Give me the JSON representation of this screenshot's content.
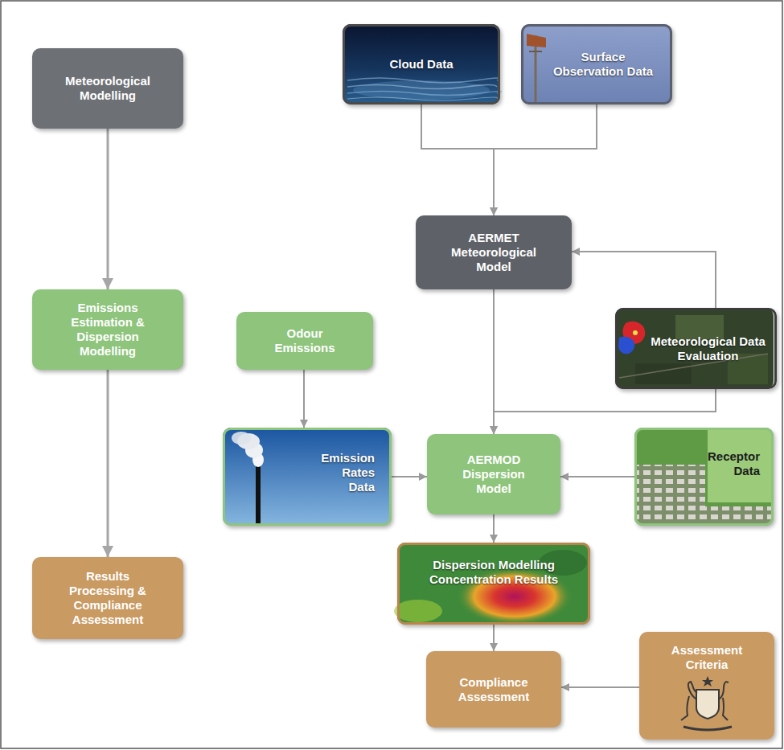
{
  "diagram": {
    "nodes": [
      {
        "text": [
          "Cloud Data"
        ]
      },
      {
        "text": [
          "Surface Observation Data"
        ]
      },
      {
        "text": [
          "Meteorological Modelling"
        ]
      },
      {
        "text": [
          "AERMET Meteorological Model"
        ]
      },
      {
        "text": [
          "Emissions Estimation & Dispersion Modelling"
        ]
      },
      {
        "text": [
          "Odour Emissions"
        ]
      },
      {
        "text": [
          "Meteorological Data Evaluation"
        ]
      },
      {
        "text": [
          "Emission Rates Data"
        ]
      },
      {
        "text": [
          "AERMOD Dispersion Model"
        ]
      },
      {
        "text": [
          "Receptor Data"
        ]
      },
      {
        "text": [
          "Dispersion Modelling Concentration Results"
        ]
      },
      {
        "text": [
          "Results Processing & Compliance Assessment"
        ]
      },
      {
        "text": [
          "Compliance Assessment"
        ]
      },
      {
        "text": [
          "Assessment Criteria"
        ]
      }
    ],
    "edges": [
      {
        "from": 2,
        "to": 4,
        "arrow": "to"
      },
      {
        "from": 4,
        "to": 11,
        "arrow": "to"
      },
      {
        "from": 0,
        "to": 3,
        "arrow": "to"
      },
      {
        "from": 1,
        "to": 3,
        "arrow": "to"
      },
      {
        "from": 6,
        "to": 3,
        "arrow": "to"
      },
      {
        "from": 3,
        "to": 8,
        "arrow": "to"
      },
      {
        "from": 6,
        "to": 8,
        "arrow": "to"
      },
      {
        "from": 5,
        "to": 7,
        "arrow": "to"
      },
      {
        "from": 7,
        "to": 8,
        "arrow": "to"
      },
      {
        "from": 9,
        "to": 8,
        "arrow": "to"
      },
      {
        "from": 8,
        "to": 10,
        "arrow": "to"
      },
      {
        "from": 10,
        "to": 12,
        "arrow": "to"
      },
      {
        "from": 13,
        "to": 12,
        "arrow": "to"
      }
    ]
  }
}
